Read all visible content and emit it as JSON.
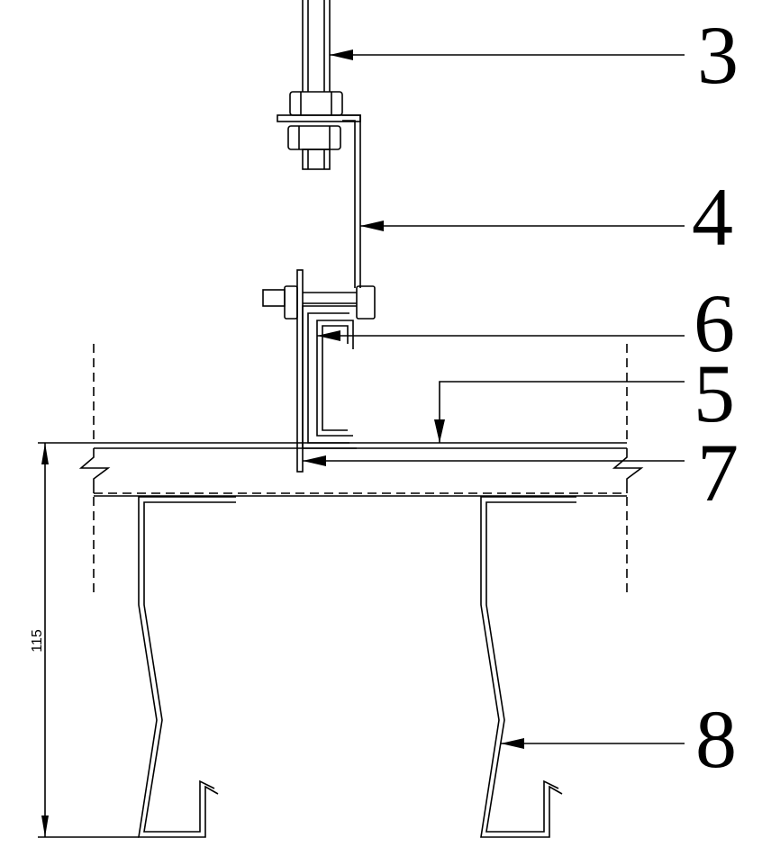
{
  "diagram": {
    "callouts": [
      {
        "id": "callout-3",
        "label": "3"
      },
      {
        "id": "callout-4",
        "label": "4"
      },
      {
        "id": "callout-6",
        "label": "6"
      },
      {
        "id": "callout-5",
        "label": "5"
      },
      {
        "id": "callout-7",
        "label": "7"
      },
      {
        "id": "callout-8",
        "label": "8"
      }
    ],
    "dimension": {
      "value": "115"
    }
  }
}
